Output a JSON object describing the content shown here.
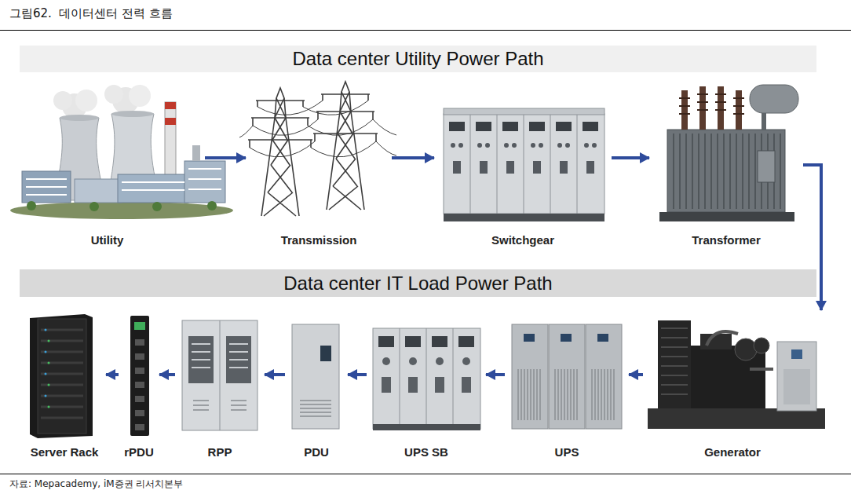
{
  "diagram": {
    "title": "그림62.  데이터센터 전력 흐름",
    "caption": "자료: Mepacademy, iM증권 리서치본부",
    "nodes": [
      {
        "text": [
          "Data center Utility Power Path"
        ]
      },
      {
        "text": [
          "Utility"
        ]
      },
      {
        "text": [
          "Transmission"
        ]
      },
      {
        "text": [
          "Switchgear"
        ]
      },
      {
        "text": [
          "Transformer"
        ]
      },
      {
        "text": [
          "Data center IT Load Power Path"
        ]
      },
      {
        "text": [
          "Server Rack"
        ]
      },
      {
        "text": [
          "rPDU"
        ]
      },
      {
        "text": [
          "RPP"
        ]
      },
      {
        "text": [
          "PDU"
        ]
      },
      {
        "text": [
          "UPS SB"
        ]
      },
      {
        "text": [
          "UPS"
        ]
      },
      {
        "text": [
          "Generator"
        ]
      }
    ],
    "edges": [
      {
        "from": 1,
        "to": 2,
        "arrow": "to"
      },
      {
        "from": 2,
        "to": 3,
        "arrow": "to"
      },
      {
        "from": 3,
        "to": 4,
        "arrow": "to"
      },
      {
        "from": 4,
        "to": 12,
        "arrow": "to"
      },
      {
        "from": 12,
        "to": 11,
        "arrow": "to"
      },
      {
        "from": 11,
        "to": 10,
        "arrow": "to"
      },
      {
        "from": 10,
        "to": 9,
        "arrow": "to"
      },
      {
        "from": 9,
        "to": 8,
        "arrow": "to"
      },
      {
        "from": 8,
        "to": 7,
        "arrow": "to"
      },
      {
        "from": 7,
        "to": 6,
        "arrow": "to"
      }
    ]
  }
}
